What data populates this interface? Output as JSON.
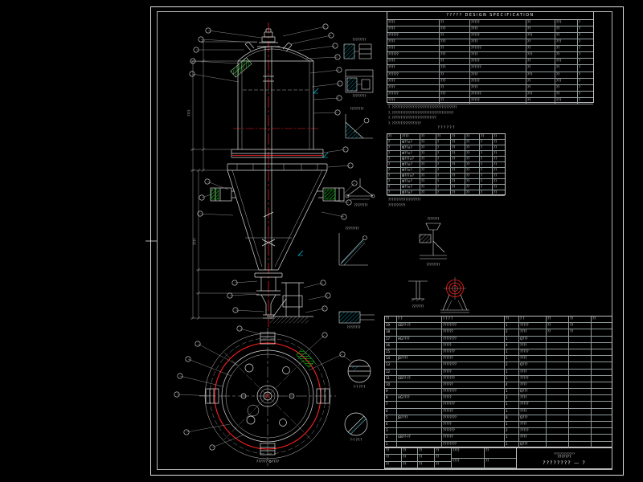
{
  "colors": {
    "background": "#000000",
    "line": "#dadada",
    "red": "#ff2020",
    "green": "#18c818",
    "cyan": "#00e0ff"
  },
  "spec": {
    "title": "?????  DESIGN  SPECIFICATION",
    "rows": [
      [
        "????",
        "??",
        "?????",
        "??",
        "???",
        "?"
      ],
      [
        "????",
        "???",
        "????",
        "??",
        "??",
        "?"
      ],
      [
        "??????",
        "??",
        "?????",
        "???",
        "??",
        "?"
      ],
      [
        "????",
        "???",
        "????",
        "??",
        "???",
        "?"
      ],
      [
        "????",
        "??",
        "??????",
        "??",
        "??",
        "?"
      ],
      [
        "??????",
        "???",
        "????",
        "???",
        "??",
        "?"
      ],
      [
        "????",
        "??",
        "?????",
        "??",
        "???",
        "?"
      ],
      [
        "????",
        "???",
        "??????",
        "??",
        "??",
        "?"
      ],
      [
        "??????",
        "??",
        "????",
        "???",
        "??",
        "?"
      ],
      [
        "????",
        "???",
        "?????",
        "??",
        "???",
        "?"
      ],
      [
        "????",
        "??",
        "????",
        "??",
        "??",
        "?"
      ],
      [
        "??????",
        "???",
        "??????",
        "???",
        "??",
        "?"
      ],
      [
        "????",
        "??",
        "?????",
        "??",
        "???",
        "?"
      ]
    ]
  },
  "notes": {
    "lines": [
      "?. ??????????????????????????????????????",
      "?. ????????????????????????????????????",
      "?. ??????????????????????????",
      "?. ?????????????????"
    ]
  },
  "schedule": {
    "caption": "? ? ? ? ? ?",
    "header": [
      "??",
      "????",
      "??",
      "??",
      "??",
      "??",
      "??",
      "??"
    ],
    "rows": [
      [
        "?",
        "Φ??×?",
        "??",
        "?",
        "??",
        "??",
        "?",
        "??"
      ],
      [
        "?",
        "Φ??×?",
        "??",
        "?",
        "??",
        "??",
        "?",
        "??"
      ],
      [
        "?",
        "Φ??×?",
        "??",
        "?",
        "??",
        "??",
        "?",
        "??"
      ],
      [
        "?",
        "Φ???×?",
        "??",
        "?",
        "??",
        "??",
        "?",
        "??"
      ],
      [
        "?",
        "Φ??×?",
        "??",
        "?",
        "??",
        "??",
        "?",
        "??"
      ],
      [
        "?",
        "Φ??×?",
        "??",
        "?",
        "??",
        "??",
        "?",
        "??"
      ],
      [
        "?",
        "Φ???×?",
        "??",
        "?",
        "??",
        "??",
        "?",
        "??"
      ],
      [
        "?",
        "Φ??×?",
        "??",
        "?",
        "??",
        "??",
        "?",
        "??"
      ],
      [
        "?",
        "Φ??×?",
        "??",
        "?",
        "??",
        "??",
        "?",
        "??"
      ],
      [
        "?",
        "Φ??×?",
        "??",
        "?",
        "??",
        "??",
        "?",
        "??"
      ]
    ]
  },
  "notes2": {
    "lines": [
      "???????????????????",
      "??????????"
    ]
  },
  "bom": {
    "header": [
      "??",
      "? ?",
      "? ? ? ?",
      "??",
      "? ?",
      "??",
      "??",
      "??"
    ],
    "rows": [
      [
        "19",
        "GB??-??",
        "????????",
        "1",
        "?????",
        "??",
        "??",
        ""
      ],
      [
        "18",
        "",
        "??????",
        "2",
        "????",
        "??",
        "??",
        ""
      ],
      [
        "17",
        "HG????",
        "????????",
        "1",
        "Q???",
        "",
        "",
        ""
      ],
      [
        "16",
        "",
        "?????",
        "4",
        "????",
        "",
        "",
        ""
      ],
      [
        "15",
        "",
        "???????",
        "1",
        "?????",
        "",
        "",
        ""
      ],
      [
        "14",
        "JB????",
        "??????",
        "1",
        "????",
        "",
        "",
        ""
      ],
      [
        "13",
        "",
        "????????",
        "2",
        "Q???",
        "",
        "",
        ""
      ],
      [
        "12",
        "",
        "?????",
        "1",
        "????",
        "",
        "",
        ""
      ],
      [
        "11",
        "GB??-??",
        "???????",
        "1",
        "?????",
        "",
        "",
        ""
      ],
      [
        "10",
        "",
        "??????",
        "4",
        "????",
        "",
        "",
        ""
      ],
      [
        "9",
        "",
        "????????",
        "1",
        "Q???",
        "",
        "",
        ""
      ],
      [
        "8",
        "HG????",
        "?????",
        "2",
        "????",
        "",
        "",
        ""
      ],
      [
        "7",
        "",
        "???????",
        "1",
        "?????",
        "",
        "",
        ""
      ],
      [
        "6",
        "",
        "??????",
        "1",
        "????",
        "",
        "",
        ""
      ],
      [
        "5",
        "JB????",
        "????????",
        "8",
        "Q???",
        "",
        "",
        ""
      ],
      [
        "4",
        "",
        "?????",
        "1",
        "????",
        "",
        "",
        ""
      ],
      [
        "3",
        "",
        "???????",
        "2",
        "?????",
        "",
        "",
        ""
      ],
      [
        "2",
        "GB??-??",
        "??????",
        "1",
        "????",
        "",
        "",
        ""
      ],
      [
        "1",
        "",
        "????????",
        "1",
        "Q???",
        "",
        "",
        ""
      ]
    ]
  },
  "title_block": {
    "sig_rows": [
      [
        "??",
        "??",
        "??",
        "??"
      ],
      [
        "??",
        "??",
        "??",
        "??"
      ],
      [
        "??",
        "??",
        "??",
        "??"
      ]
    ],
    "mid_rows": [
      [
        "????",
        "??"
      ],
      [
        "????",
        "??"
      ]
    ],
    "company": "?????????????",
    "title1": "???????",
    "drawing_no": "???????? — ?"
  },
  "labels": {
    "d1": "????????",
    "d2": "????????",
    "d3": "????????",
    "d4": "????????",
    "d5": "????????",
    "d6": "????????",
    "e1_top": "???????",
    "e1_bot": "????????",
    "e2": "???????",
    "b1": "?-?  ??:?",
    "b2": "?-?  ??:?",
    "dim1": "????",
    "dim2": "????",
    "plan_caption": "??????  Φ????"
  }
}
